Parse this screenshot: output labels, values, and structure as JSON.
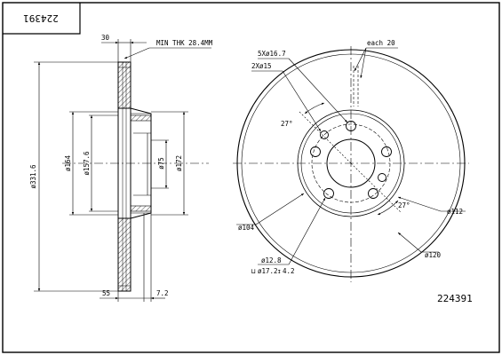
{
  "part_number": "224391",
  "part_number_rotated": "224391",
  "side_view": {
    "dims": {
      "top_width": "30",
      "min_thickness": "MIN THK 28.4MM",
      "outer_diameter": "ø331.6",
      "d164": "ø164",
      "d157_6": "ø157.6",
      "d75": "ø75",
      "d172": "ø172",
      "bottom_left": "55",
      "bottom_right": "7.2"
    }
  },
  "front_view": {
    "dims": {
      "bolt_holes": "5Xø16.7",
      "pin_holes": "2Xø15",
      "slot_angle": "each 20",
      "angle_top": "27°",
      "angle_bottom": "27°",
      "d112": "ø112",
      "d104": "ø104",
      "d120": "ø120",
      "d12_8": "ø12.8",
      "counterbore_symbol": "⊔",
      "counterbore": "ø17.2",
      "depth_symbol": "↧",
      "depth": "4.2"
    }
  },
  "colors": {
    "line": "#000000",
    "background": "#ffffff"
  }
}
